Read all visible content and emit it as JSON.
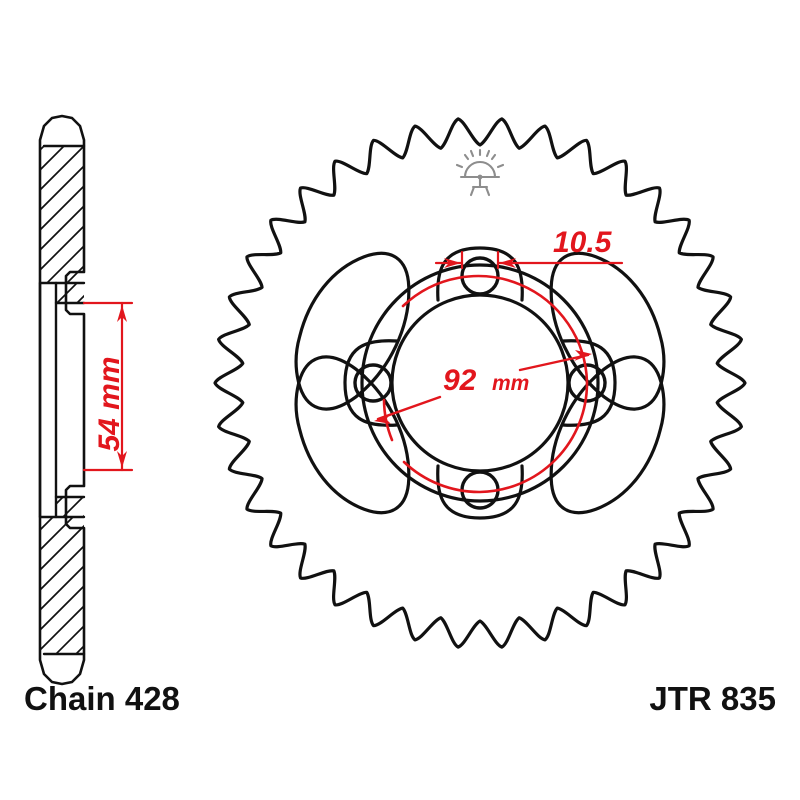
{
  "drawing": {
    "type": "technical-drawing",
    "subject": "motorcycle rear sprocket",
    "views": [
      "side-section-profile",
      "front-face"
    ]
  },
  "labels": {
    "chain_label": "Chain 428",
    "part_number": "JTR 835"
  },
  "dimensions": {
    "thickness": {
      "value": "54 mm",
      "orientation": "vertical",
      "view": "side-profile"
    },
    "bolt_hole_diameter": {
      "value": "10.5",
      "orientation": "horizontal",
      "view": "front-face"
    },
    "bolt_circle_diameter": {
      "value": "92 mm",
      "unit_suffix": "mm",
      "number": "92",
      "orientation": "horizontal",
      "view": "front-face"
    }
  },
  "colors": {
    "line": "#111111",
    "dimension": "#e2161d",
    "background": "#ffffff",
    "icon": "#8d8d8d"
  },
  "geometry": {
    "teeth_count": 38,
    "bolt_holes": 4,
    "spoke_cutouts": 4
  },
  "icons": {
    "sun_burst": "sun-burst-icon"
  }
}
